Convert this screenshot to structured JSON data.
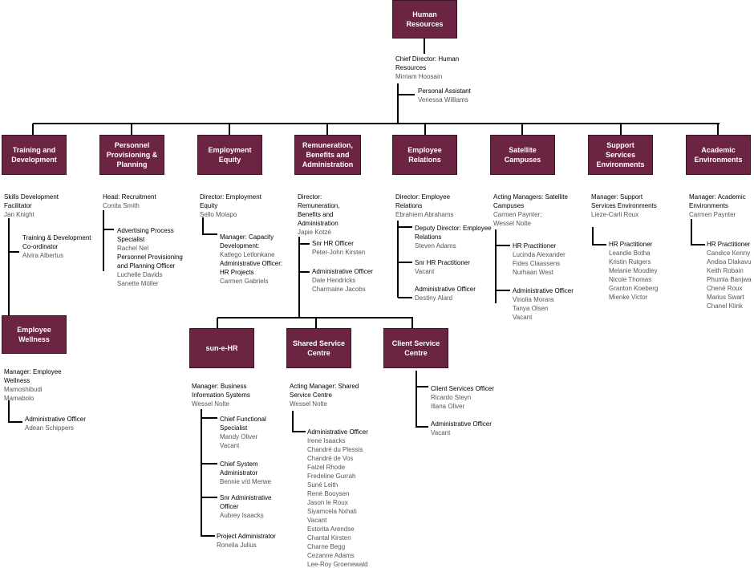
{
  "top": {
    "title": "Human Resources",
    "role": "Chief Director: Human Resources",
    "name": "Mirriam Hoosain",
    "assistant_role": "Personal Assistant",
    "assistant_name": "Venessa Williams"
  },
  "departments": [
    {
      "id": "training",
      "title": "Training and Development",
      "lines": [
        [
          "r",
          "Skills Development Facilitator"
        ],
        [
          "n",
          "Jan Knight"
        ]
      ],
      "subs": [
        {
          "lines": [
            [
              "b",
              "Training & Development Co-ordinator"
            ],
            [
              "n",
              "Alvira Albertus"
            ]
          ]
        }
      ]
    },
    {
      "id": "provisioning",
      "title": "Personnel Provisioning & Planning",
      "lines": [
        [
          "r",
          "Head: Recruitment"
        ],
        [
          "n",
          "Conita Smith"
        ]
      ],
      "subs": [
        {
          "lines": [
            [
              "b",
              "Advertising Process Specialist"
            ],
            [
              "n",
              "Rachel Nel"
            ],
            [
              "b",
              "Personnel Provisioning and Planning Officer"
            ],
            [
              "n",
              "Luchelle Davids"
            ],
            [
              "n",
              "Sanette Möller"
            ]
          ]
        }
      ]
    },
    {
      "id": "equity",
      "title": "Employment Equity",
      "lines": [
        [
          "r",
          "Director: Employment Equity"
        ],
        [
          "n",
          "Sello Molapo"
        ]
      ],
      "subs": [
        {
          "lines": [
            [
              "b",
              "Manager: Capacity Development:"
            ],
            [
              "n",
              "Katlego Letlonkane"
            ],
            [
              "b",
              "Administrative Officer:"
            ],
            [
              "b",
              "HR Projects"
            ],
            [
              "n",
              "Carmen Gabriels"
            ]
          ]
        }
      ]
    },
    {
      "id": "remuneration",
      "title": "Remuneration, Benefits and Administration",
      "lines": [
        [
          "r",
          "Director: Remuneration, Benefits and Administration"
        ],
        [
          "n",
          "Japie Kotzé"
        ]
      ],
      "subs": [
        {
          "lines": [
            [
              "b",
              "Snr HR Officer"
            ],
            [
              "n",
              "Peter-John Kirsten"
            ]
          ]
        },
        {
          "lines": [
            [
              "b",
              "Administrative Officer"
            ],
            [
              "n",
              "Dale Hendricks"
            ],
            [
              "n",
              "Charmaine Jacobs"
            ]
          ]
        }
      ]
    },
    {
      "id": "relations",
      "title": "Employee Relations",
      "lines": [
        [
          "r",
          "Director: Employee Relations"
        ],
        [
          "n",
          "Ebrahiem Abrahams"
        ]
      ],
      "subs": [
        {
          "lines": [
            [
              "b",
              "Deputy Director: Employee Relations"
            ],
            [
              "n",
              "Steven Adams"
            ]
          ]
        },
        {
          "lines": [
            [
              "b",
              "Snr HR Practitioner"
            ],
            [
              "n",
              "Vacant"
            ]
          ]
        },
        {
          "lines": [
            [
              "b",
              "Administrative Officer"
            ],
            [
              "n",
              "Destiny Alard"
            ]
          ]
        }
      ]
    },
    {
      "id": "satellite",
      "title": "Satellite Campuses",
      "lines": [
        [
          "r",
          "Acting Managers: Satellite Campuses"
        ],
        [
          "n",
          "Carmen Paynter;"
        ],
        [
          "n",
          "Wessel Nolte"
        ]
      ],
      "subs": [
        {
          "lines": [
            [
              "b",
              "HR Practitioner"
            ],
            [
              "n",
              "Lucinda Alexander"
            ],
            [
              "n",
              "Fides Claassens"
            ],
            [
              "n",
              "Nurhaan West"
            ]
          ]
        },
        {
          "lines": [
            [
              "b",
              "Administrative Officer"
            ],
            [
              "n",
              "Vinolia Morara"
            ],
            [
              "n",
              "Tanya Olsen"
            ],
            [
              "n",
              "Vacant"
            ]
          ]
        }
      ]
    },
    {
      "id": "support",
      "title": "Support Services Environments",
      "lines": [
        [
          "r",
          "Manager: Support Services Environments"
        ],
        [
          "n",
          "Lieze-Carli Roux"
        ]
      ],
      "subs": [
        {
          "lines": [
            [
              "b",
              "HR Practitioner"
            ],
            [
              "n",
              "Leandie Botha"
            ],
            [
              "n",
              "Kristin Rutgers"
            ],
            [
              "n",
              "Melanie Moodley"
            ],
            [
              "n",
              "Nicole Thomas"
            ],
            [
              "n",
              "Granton Koeberg"
            ],
            [
              "n",
              "Mienke Victor"
            ]
          ]
        }
      ]
    },
    {
      "id": "academic",
      "title": "Academic Environments",
      "lines": [
        [
          "r",
          "Manager: Academic Environments"
        ],
        [
          "n",
          "Carmen Paynter"
        ]
      ],
      "subs": [
        {
          "lines": [
            [
              "b",
              "HR Practitioner"
            ],
            [
              "n",
              "Candice Kenny"
            ],
            [
              "n",
              "Andisa Dlakavu"
            ],
            [
              "n",
              "Keith Robain"
            ],
            [
              "n",
              "Phumla Banjwa"
            ],
            [
              "n",
              "Chené Roux"
            ],
            [
              "n",
              "Marius Swart"
            ],
            [
              "n",
              "Chanel Klink"
            ]
          ]
        }
      ]
    }
  ],
  "wellness": {
    "title": "Employee Wellness",
    "lines": [
      [
        "r",
        "Manager: Employee Wellness"
      ],
      [
        "n",
        "Mamoshibudi"
      ],
      [
        "n",
        "Mamabolo"
      ]
    ],
    "subs": [
      {
        "lines": [
          [
            "b",
            "Administrative Officer"
          ],
          [
            "n",
            "Adean Schippers"
          ]
        ]
      }
    ]
  },
  "lower": [
    {
      "id": "suneHR",
      "title": "sun-e-HR",
      "lines": [
        [
          "r",
          "Manager: Business Information Systems"
        ],
        [
          "n",
          "Wessel Nolte"
        ]
      ],
      "subs": [
        {
          "lines": [
            [
              "b",
              "Chief Functional Specialist"
            ],
            [
              "n",
              "Mandy Oliver"
            ],
            [
              "n",
              "Vacant"
            ]
          ]
        },
        {
          "lines": [
            [
              "b",
              "Chief System Administrator"
            ],
            [
              "n",
              "Bennie v/d Merwe"
            ]
          ]
        },
        {
          "lines": [
            [
              "b",
              "Snr Administrative Officer"
            ],
            [
              "n",
              "Aubrey Isaacks"
            ]
          ]
        },
        {
          "lines": [
            [
              "b",
              "Project Administrator"
            ],
            [
              "n",
              "Ronelia Julius"
            ]
          ]
        }
      ]
    },
    {
      "id": "shared",
      "title": "Shared Service Centre",
      "lines": [
        [
          "r",
          "Acting Manager: Shared Service Centre"
        ],
        [
          "n",
          "Wessel Nolte"
        ]
      ],
      "subs": [
        {
          "lines": [
            [
              "b",
              "Administrative Officer"
            ],
            [
              "n",
              "Irene Isaacks"
            ],
            [
              "n",
              "Chandré du Plessis"
            ],
            [
              "n",
              "Chandré de Vos"
            ],
            [
              "n",
              "Faizel Rhode"
            ],
            [
              "n",
              "Fredeline Gurrah"
            ],
            [
              "n",
              "Suné Leith"
            ],
            [
              "n",
              "René Booysen"
            ],
            [
              "n",
              "Jason le Roux"
            ],
            [
              "n",
              "Siyamcela Nxhati"
            ],
            [
              "n",
              "Vacant"
            ],
            [
              "n",
              "Estorita Arendse"
            ],
            [
              "n",
              "Chantal Kirsten"
            ],
            [
              "n",
              "Charne Begg"
            ],
            [
              "n",
              "Cezanne Adams"
            ],
            [
              "n",
              "Lee-Roy Groenewald"
            ]
          ]
        }
      ]
    },
    {
      "id": "client",
      "title": "Client Service Centre",
      "lines": [],
      "subs": [
        {
          "lines": [
            [
              "b",
              "Client Services Officer"
            ],
            [
              "n",
              "Ricardo Steyn"
            ],
            [
              "n",
              "Illana Oliver"
            ]
          ]
        },
        {
          "lines": [
            [
              "b",
              "Administrative Officer"
            ],
            [
              "n",
              "Vacant"
            ]
          ]
        }
      ]
    }
  ]
}
